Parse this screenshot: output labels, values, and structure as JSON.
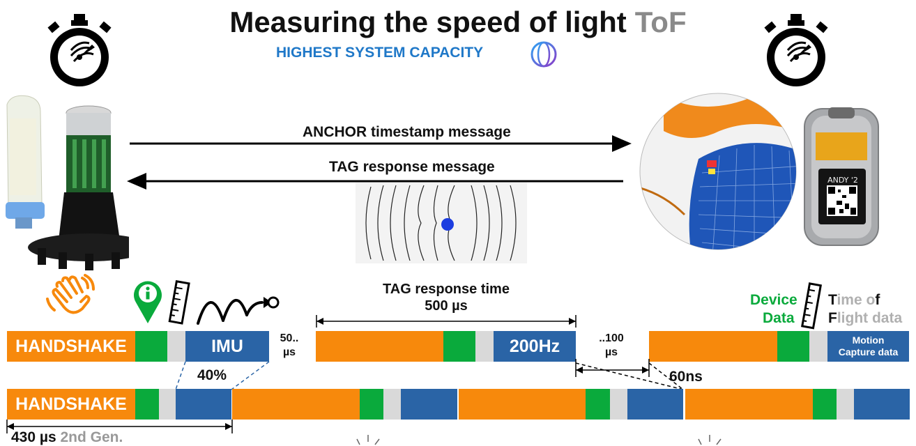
{
  "header": {
    "title": "Measuring  the speed of light",
    "title_suffix": "ToF",
    "subtitle": "HIGHEST SYSTEM CAPACITY"
  },
  "messages": {
    "anchor": "ANCHOR timestamp message",
    "tag": "TAG response message"
  },
  "device": {
    "tag_screen_label": "ANDY '2"
  },
  "timeline": {
    "handshake": "HANDSHAKE",
    "imu": "IMU",
    "rate": "200Hz",
    "gap1_top": "50..",
    "gap1_bottom": "µs",
    "response_title": "TAG response time",
    "response_value": "500  µs",
    "gap2_top": "..100",
    "gap2_bottom": "µs",
    "imu_share": "40%",
    "ns_label": "60ns",
    "motion_line1": "Motion",
    "motion_line2": "Capture data",
    "second_gen_value": "430 µs",
    "second_gen_label": "2nd Gen."
  },
  "legend": {
    "device_word1": "Device",
    "device_word2": "Data",
    "tof_t": "T",
    "tof_ime": "ime",
    "tof_of_o": "o",
    "tof_of_f": "f",
    "tof_f": "F",
    "tof_light": "light data"
  },
  "colors": {
    "orange": "#f7890c",
    "green": "#0aaa3c",
    "gray": "#d9d9d9",
    "blue": "#2a64a6",
    "accent_blue": "#1f78c8"
  },
  "icons": [
    "stopwatch-icon",
    "waving-hand-icon",
    "info-pin-icon",
    "ruler-icon",
    "bounce-arrow-icon",
    "globe-icon"
  ]
}
